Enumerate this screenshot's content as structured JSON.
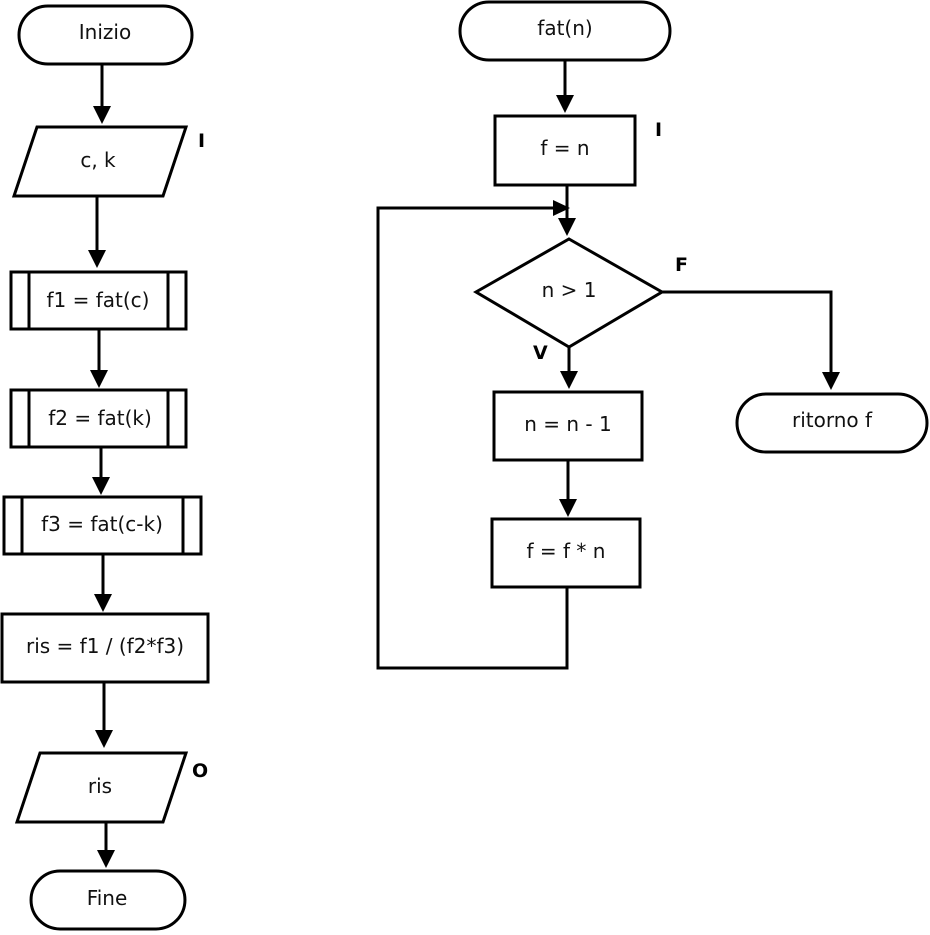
{
  "main_flow": {
    "start": "Inizio",
    "input": "c, k",
    "input_tag": "I",
    "call_f1": "f1 = fat(c)",
    "call_f2": "f2 = fat(k)",
    "call_f3": "f3 = fat(c-k)",
    "compute": "ris = f1 / (f2*f3)",
    "output": "ris",
    "output_tag": "O",
    "end": "Fine"
  },
  "function_flow": {
    "header": "fat(n)",
    "init": "f = n",
    "init_tag": "I",
    "condition": "n > 1",
    "true_label": "V",
    "false_label": "F",
    "decrement": "n = n - 1",
    "multiply": "f = f * n",
    "return": "ritorno f"
  }
}
